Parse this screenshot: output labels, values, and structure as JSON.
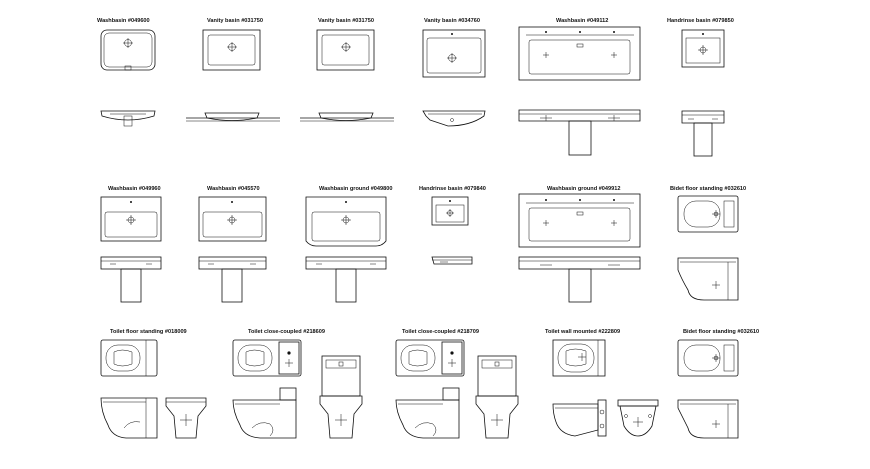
{
  "sheet": {
    "background": "#ffffff",
    "line_color": "#111111"
  },
  "labels": {
    "r1c1": "Washbasin #049600",
    "r1c2": "Vanity basin #031750",
    "r1c3": "Vanity basin #031750",
    "r1c4": "Vanity basin #034760",
    "r1c5": "Washbasin #049112",
    "r1c6": "Handrinse basin #079850",
    "r2c1": "Washbasin #049960",
    "r2c2": "Washbasin #045570",
    "r2c3": "Washbasin ground #049800",
    "r2c4": "Handrinse basin #079840",
    "r2c5": "Washbasin ground #049912",
    "r2c6": "Bidet floor standing #032610",
    "r3c1": "Toilet floor standing #018009",
    "r3c2": "Toilet close-coupled #218609",
    "r3c3": "Toilet close-coupled #218709",
    "r3c4": "Toilet wall mounted #222809",
    "r3c5": "Bidet floor standing #032610"
  },
  "icons": [
    "washbasin-plan-icon",
    "washbasin-elevation-icon",
    "pedestal-icon",
    "toilet-plan-icon",
    "toilet-side-icon",
    "toilet-front-icon",
    "bidet-plan-icon",
    "bidet-side-icon"
  ]
}
